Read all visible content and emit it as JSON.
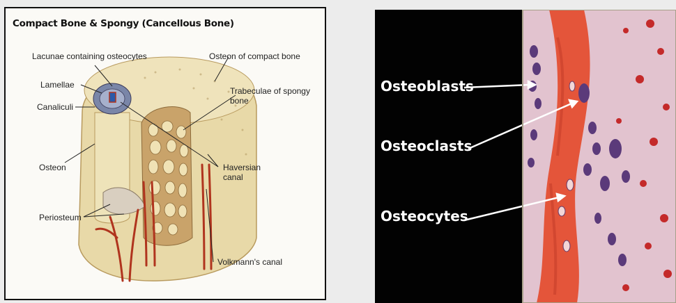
{
  "left_panel": {
    "title": "Compact Bone & Spongy (Cancellous Bone)",
    "labels": {
      "lacunae": "Lacunae containing osteocytes",
      "lamellae": "Lamellae",
      "canaliculi": "Canaliculi",
      "osteon": "Osteon",
      "periosteum": "Periosteum",
      "osteon_compact": "Osteon of compact bone",
      "trabeculae_line1": "Trabeculae of spongy",
      "trabeculae_line2": "bone",
      "haversian_line1": "Haversian",
      "haversian_line2": "canal",
      "volkmann": "Volkmann's canal"
    }
  },
  "right_panel": {
    "labels": {
      "osteoblasts": "Osteoblasts",
      "osteoclasts": "Osteoclasts",
      "osteocytes": "Osteocytes"
    }
  },
  "colors": {
    "bone": "#e8d9a8",
    "spongy": "#c9a36a",
    "vessel": "#b0341e",
    "bone_matrix_stain": "#e4553a",
    "tissue_stain": "#d9a7c0",
    "nuclei": "#5b3a7a"
  }
}
